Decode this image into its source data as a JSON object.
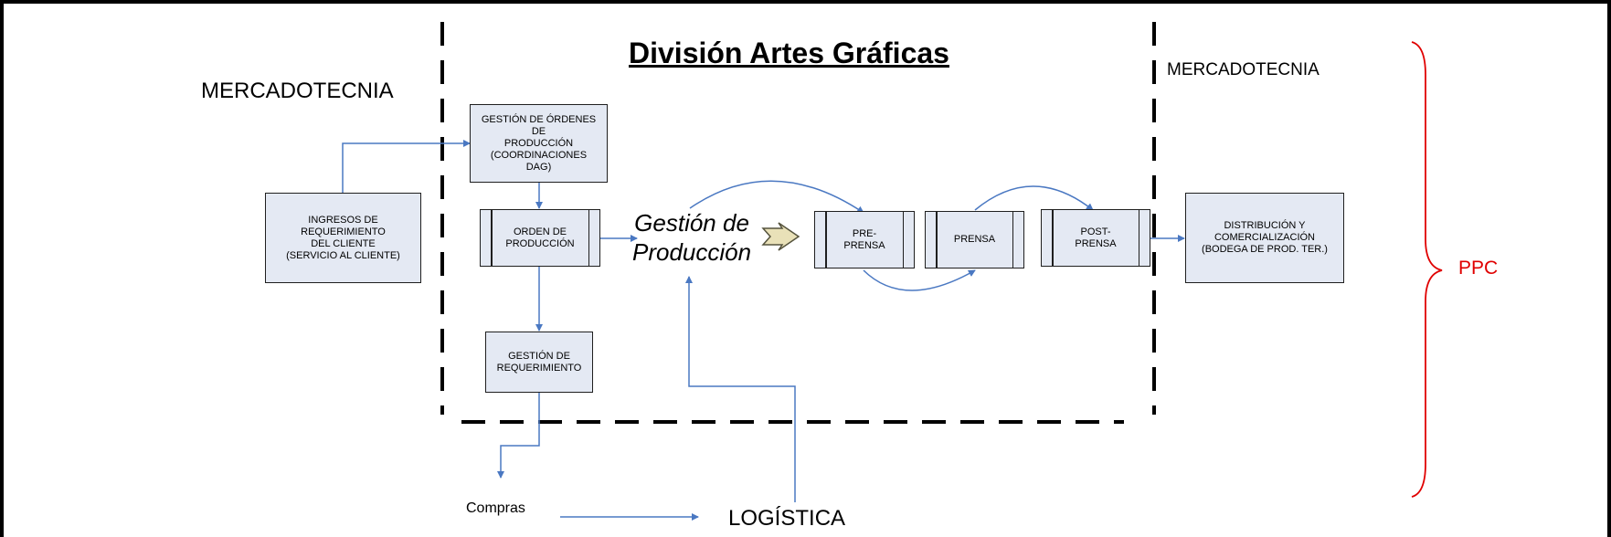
{
  "title": "División Artes Gráficas",
  "labels": {
    "mercadotecnia_left": "MERCADOTECNIA",
    "mercadotecnia_right": "MERCADOTECNIA",
    "gestion_produccion": "Gestión de\nProducción",
    "ppc": "PPC",
    "compras": "Compras",
    "logistica": "LOGÍSTICA"
  },
  "boxes": {
    "ingresos": "INGRESOS DE\nREQUERIMIENTO\nDEL CLIENTE\n(SERVICIO AL CLIENTE)",
    "gestion_ordenes": "GESTIÓN DE ÓRDENES\nDE\nPRODUCCIÓN\n(COORDINACIONES\nDAG)",
    "orden_produccion": "ORDEN DE\nPRODUCCIÓN",
    "gestion_requerimiento": "GESTIÓN DE\nREQUERIMIENTO",
    "pre_prensa": "PRE-\nPRENSA",
    "prensa": "PRENSA",
    "post_prensa": "POST-\nPRENSA",
    "distribucion": "DISTRIBUCIÓN Y\nCOMERCIALIZACIÓN\n(BODEGA DE PROD. TER.)"
  },
  "colors": {
    "box_fill": "#e4e9f3",
    "connector": "#4a78c2",
    "ppc_brace": "#e00000",
    "boundary": "#000000"
  }
}
